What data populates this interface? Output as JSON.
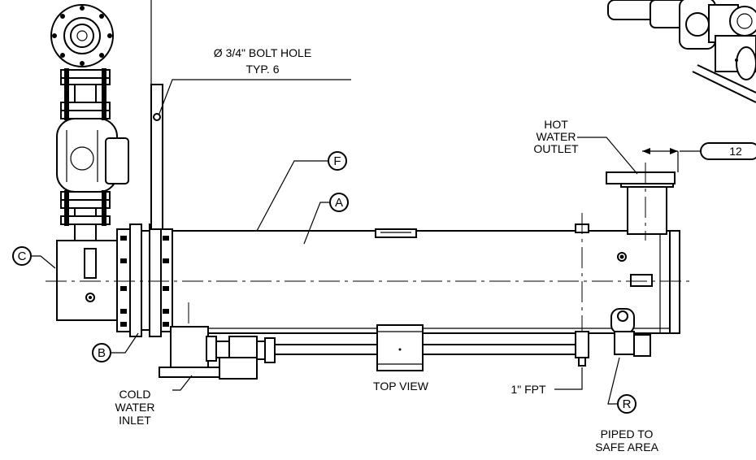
{
  "callouts": {
    "a": "A",
    "b": "B",
    "c": "C",
    "f": "F",
    "r": "R"
  },
  "notes": {
    "bolt_hole_line1": "Ø 3/4\" BOLT HOLE",
    "bolt_hole_line2": "TYP. 6",
    "hot_water_line1": "HOT",
    "hot_water_line2": "WATER",
    "hot_water_line3": "OUTLET",
    "dimension": "12",
    "cold_water_line1": "COLD",
    "cold_water_line2": "WATER",
    "cold_water_line3": "INLET",
    "view_title": "TOP VIEW",
    "fpt": "1\" FPT",
    "piped_line1": "PIPED TO",
    "piped_line2": "SAFE AREA"
  }
}
